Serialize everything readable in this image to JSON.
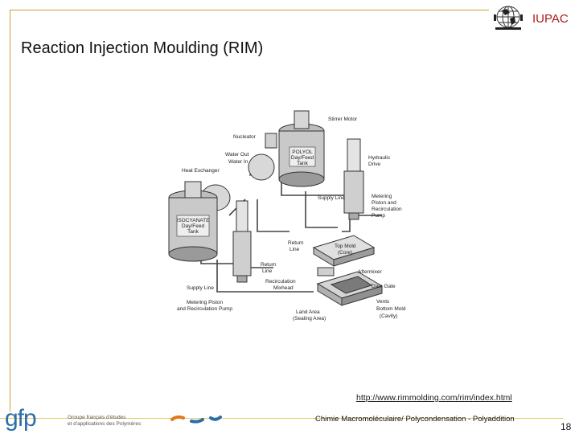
{
  "header": {
    "logo_text": "IUPAC"
  },
  "slide": {
    "title": "Reaction Injection Moulding (RIM)"
  },
  "diagram": {
    "labels": {
      "stirrer_motor": "Stirrer Motor",
      "nucleator": "Nucleator",
      "water_out": "Water Out",
      "water_in": "Water In",
      "heat_exchanger": "Heat Exchanger",
      "polyol_tank_1": "POLYOL",
      "polyol_tank_2": "Day/Feed",
      "polyol_tank_3": "Tank",
      "isocyanate_tank_1": "ISOCYANATE",
      "isocyanate_tank_2": "Day/Feed",
      "isocyanate_tank_3": "Tank",
      "hydraulic_drive_1": "Hydraulic",
      "hydraulic_drive_2": "Drive",
      "supply_line_top": "Supply Line",
      "metering_top_1": "Metering",
      "metering_top_2": "Piston and",
      "metering_top_3": "Recirculation",
      "metering_top_4": "Pump",
      "return_line_1": "Return",
      "return_line_2": "Line",
      "top_mold_1": "Top Mold",
      "top_mold_2": "(Core)",
      "aftermixer": "Aftermixer",
      "return_line_b1": "Return",
      "return_line_b2": "Line",
      "recirc_mixhead_1": "Recirculation",
      "recirc_mixhead_2": "Mixhead",
      "dam_gate": "Dam Gate",
      "supply_line_bottom": "Supply Line",
      "metering_bottom_1": "Metering Piston",
      "metering_bottom_2": "and Recirculation Pump",
      "land_area_1": "Land Area",
      "land_area_2": "(Sealing Area)",
      "vents": "Vents",
      "bottom_mold_1": "Bottom Mold",
      "bottom_mold_2": "(Cavity)"
    }
  },
  "footer": {
    "url": "http://www.rimmolding.com/rim/index.html",
    "logo": "gfp",
    "logo_sub_1": "Groupe français d'études",
    "logo_sub_2": "et d'applications des Polymères",
    "course": "Chimie Macromoléculaire/ Polycondensation - Polyaddition",
    "page": "18"
  },
  "colors": {
    "frame": "#c9a23a",
    "iupac": "#b01818",
    "gfp_blue": "#2e6ea6",
    "mark_orange": "#e07a1a",
    "mark_blue": "#2e6ea6"
  }
}
